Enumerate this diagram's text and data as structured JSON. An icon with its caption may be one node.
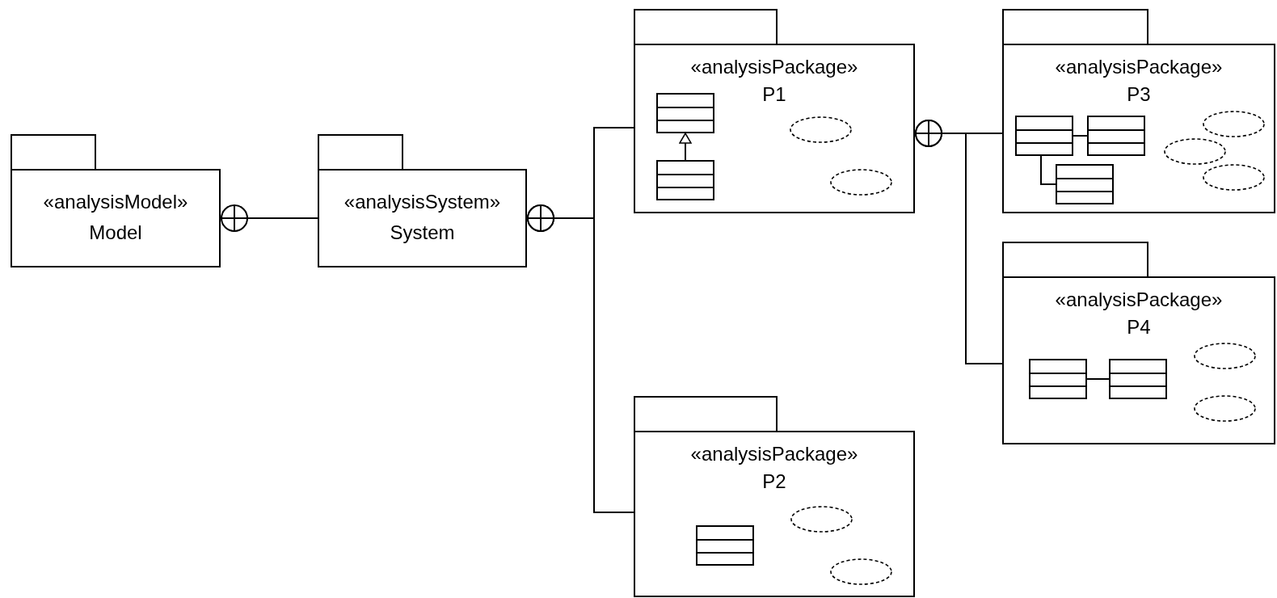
{
  "diagram": {
    "nodes": [
      {
        "text": [
          "«analysisModel»",
          "Model"
        ]
      },
      {
        "text": [
          "«analysisSystem»",
          "System"
        ]
      },
      {
        "text": [
          "«analysisPackage»",
          "P1"
        ]
      },
      {
        "text": [],
        "shape": "box",
        "in": 2
      },
      {
        "text": [],
        "shape": "box",
        "in": 2
      },
      {
        "text": [],
        "shape": "ellipse",
        "in": 2
      },
      {
        "text": [],
        "shape": "ellipse",
        "in": 2
      },
      {
        "text": [
          "«analysisPackage»",
          "P3"
        ]
      },
      {
        "text": [],
        "shape": "box",
        "in": 7
      },
      {
        "text": [],
        "shape": "box",
        "in": 7
      },
      {
        "text": [],
        "shape": "box",
        "in": 7
      },
      {
        "text": [],
        "shape": "ellipse",
        "in": 7
      },
      {
        "text": [],
        "shape": "ellipse",
        "in": 7
      },
      {
        "text": [],
        "shape": "ellipse",
        "in": 7
      },
      {
        "text": [
          "«analysisPackage»",
          "P4"
        ]
      },
      {
        "text": [],
        "shape": "box",
        "in": 14
      },
      {
        "text": [],
        "shape": "box",
        "in": 14
      },
      {
        "text": [],
        "shape": "ellipse",
        "in": 14
      },
      {
        "text": [],
        "shape": "ellipse",
        "in": 14
      },
      {
        "text": [
          "«analysisPackage»",
          "P2"
        ]
      },
      {
        "text": [],
        "shape": "box",
        "in": 19
      },
      {
        "text": [],
        "shape": "ellipse",
        "in": 19
      },
      {
        "text": [],
        "shape": "ellipse",
        "in": 19
      }
    ],
    "edges": [
      {
        "from": 0,
        "to": 1,
        "arrow": "other"
      },
      {
        "from": 1,
        "to": 2,
        "arrow": "other"
      },
      {
        "from": 1,
        "to": 19,
        "arrow": "other"
      },
      {
        "from": 2,
        "to": 7,
        "arrow": "other"
      },
      {
        "from": 2,
        "to": 14,
        "arrow": "other"
      },
      {
        "from": 4,
        "to": 3,
        "arrow": "to"
      },
      {
        "from": 8,
        "to": 9,
        "arrow": "none"
      },
      {
        "from": 8,
        "to": 10,
        "arrow": "none"
      },
      {
        "from": 15,
        "to": 16,
        "arrow": "none"
      }
    ]
  }
}
